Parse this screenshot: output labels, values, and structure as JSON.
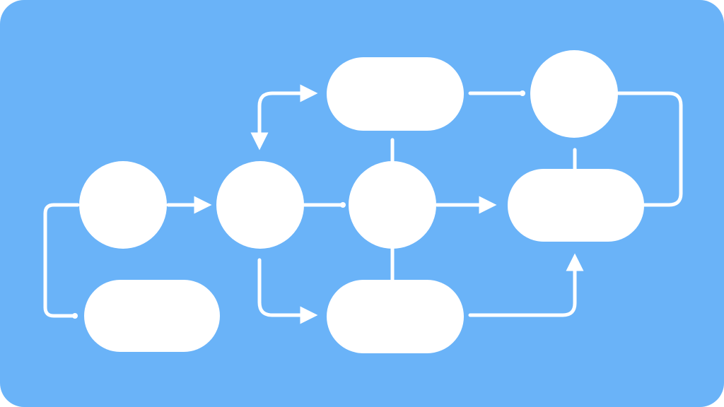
{
  "diagram": {
    "type": "flowchart",
    "colors": {
      "background": "#6AB3F8",
      "node_fill": "#FFFFFF",
      "connector": "#FFFFFF"
    },
    "nodes": [
      {
        "id": "circle-left",
        "shape": "circle",
        "label": ""
      },
      {
        "id": "pill-bottom-left",
        "shape": "pill",
        "label": ""
      },
      {
        "id": "circle-center-left",
        "shape": "circle",
        "label": ""
      },
      {
        "id": "circle-center",
        "shape": "circle",
        "label": ""
      },
      {
        "id": "pill-top-center",
        "shape": "pill",
        "label": ""
      },
      {
        "id": "pill-bottom-center",
        "shape": "pill",
        "label": ""
      },
      {
        "id": "circle-top-right",
        "shape": "circle",
        "label": ""
      },
      {
        "id": "pill-right",
        "shape": "pill",
        "label": ""
      }
    ],
    "connectors": [
      {
        "from": "pill-bottom-left",
        "to": "circle-left",
        "arrow": false
      },
      {
        "from": "circle-left",
        "to": "circle-center-left",
        "arrow": true
      },
      {
        "from": "pill-top-center",
        "to": "circle-center-left",
        "arrow": true,
        "bidirectional": true
      },
      {
        "from": "circle-center-left",
        "to": "circle-center",
        "arrow": false
      },
      {
        "from": "circle-center-left",
        "to": "pill-bottom-center",
        "arrow": true
      },
      {
        "from": "circle-center",
        "to": "pill-top-center",
        "arrow": false
      },
      {
        "from": "circle-center",
        "to": "pill-bottom-center",
        "arrow": false
      },
      {
        "from": "circle-center",
        "to": "pill-right",
        "arrow": true
      },
      {
        "from": "pill-top-center",
        "to": "circle-top-right",
        "arrow": false
      },
      {
        "from": "circle-top-right",
        "to": "pill-right",
        "arrow": false
      },
      {
        "from": "circle-top-right",
        "to": "pill-right",
        "route": "right-loop",
        "arrow": false
      },
      {
        "from": "pill-bottom-center",
        "to": "pill-right",
        "arrow": true
      }
    ]
  }
}
